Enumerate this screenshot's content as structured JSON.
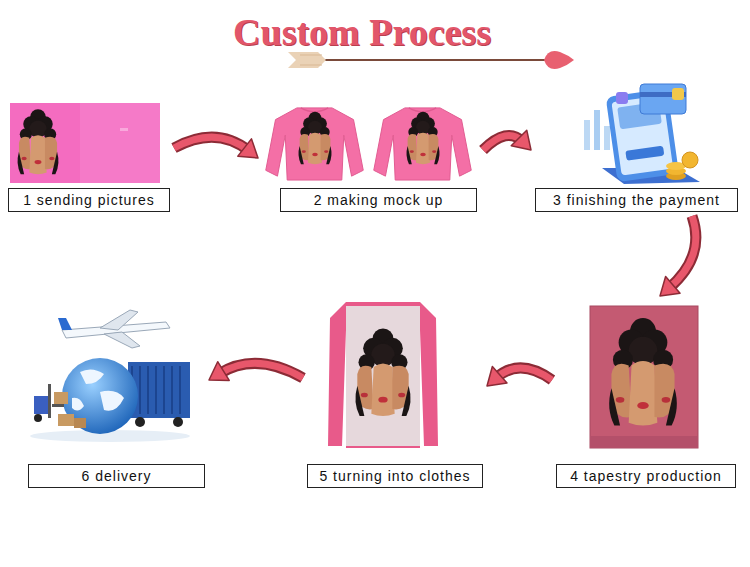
{
  "diagram": {
    "title": "Custom Process",
    "nodes": [
      {
        "text": [
          "1 sending pictures"
        ]
      },
      {
        "text": [
          "2 making mock up"
        ]
      },
      {
        "text": [
          "3 finishing the payment"
        ]
      },
      {
        "text": [
          "4 tapestry production"
        ]
      },
      {
        "text": [
          "5 turning into clothes"
        ]
      },
      {
        "text": [
          "6 delivery"
        ]
      }
    ],
    "edges": [
      {
        "from": 0,
        "to": 1,
        "arrow": "to"
      },
      {
        "from": 1,
        "to": 2,
        "arrow": "to"
      },
      {
        "from": 2,
        "to": 3,
        "arrow": "to"
      },
      {
        "from": 3,
        "to": 4,
        "arrow": "to"
      },
      {
        "from": 4,
        "to": 5,
        "arrow": "to"
      }
    ]
  }
}
